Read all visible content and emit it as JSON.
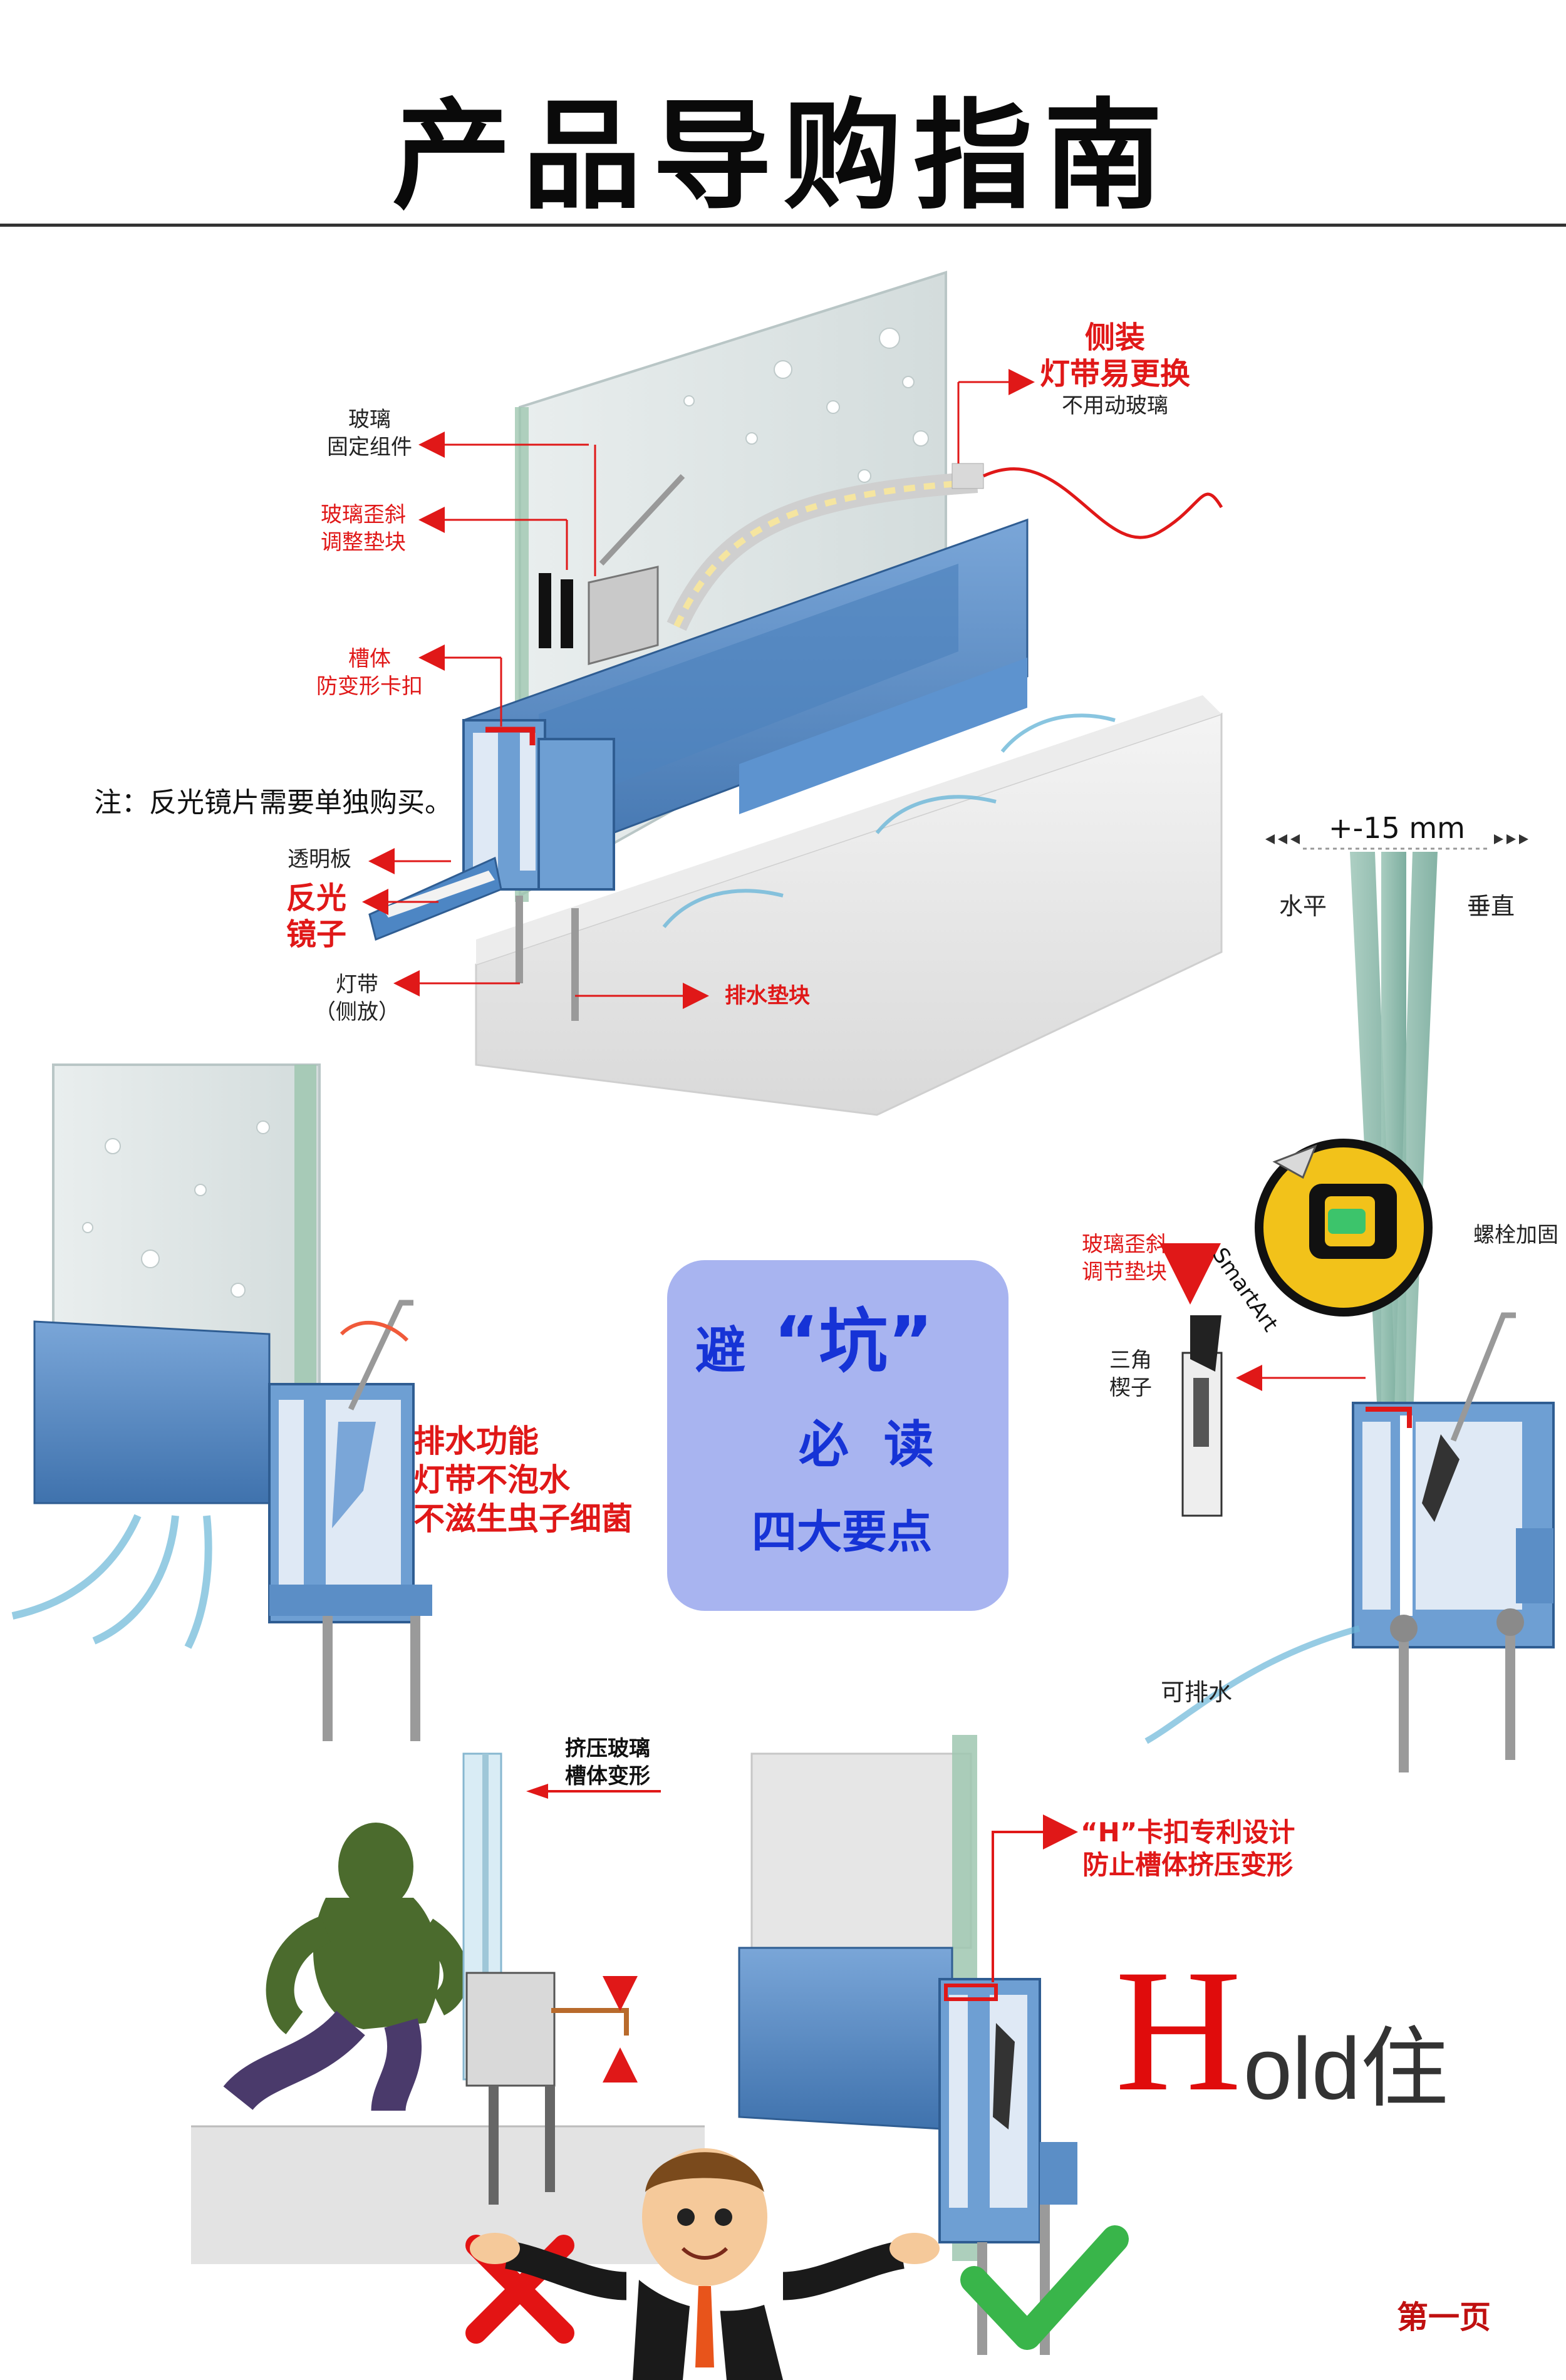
{
  "title": "产品导购指南",
  "note": "注：反光镜片需要单独购买。",
  "top_diagram": {
    "labels": {
      "glass_fix_line1": "玻璃",
      "glass_fix_line2": "固定组件",
      "tilt_pad_line1": "玻璃歪斜",
      "tilt_pad_line2": "调整垫块",
      "clip_line1": "槽体",
      "clip_line2": "防变形卡扣",
      "clear_board": "透明板",
      "mirror_line1": "反光",
      "mirror_line2": "镜子",
      "led_line1": "灯带",
      "led_line2": "（侧放）",
      "drain_pad": "排水垫块",
      "side_line1": "侧装",
      "side_line2": "灯带易更换",
      "side_line3": "不用动玻璃"
    }
  },
  "right_diagram": {
    "tolerance": "+-15 mm",
    "horizontal": "水平",
    "vertical": "垂直",
    "level_brand": "SmartArt",
    "tilt_line1": "玻璃歪斜",
    "tilt_line2": "调节垫块",
    "wedge_line1": "三角",
    "wedge_line2": "楔子",
    "bolt": "螺栓加固",
    "drain": "可排水"
  },
  "left_diagram": {
    "line1": "排水功能",
    "line2": "灯带不泡水",
    "line3": "不滋生虫子细菌"
  },
  "tips_box": {
    "avoid": "避",
    "pit": "“坑”",
    "must_read": "必  读",
    "four_points": "四大要点"
  },
  "bottom_left": {
    "line1": "挤压玻璃",
    "line2": "槽体变形"
  },
  "bottom_right": {
    "line1": "“H”卡扣专利设计",
    "line2": "防止槽体挤压变形"
  },
  "hold": {
    "big_letter": "H",
    "rest": "old住"
  },
  "page_label": "第一页",
  "colors": {
    "profile_blue": "#5b8ec6",
    "accent_red": "#e01818",
    "tips_bg": "#a8b4f0",
    "tips_text": "#1633d6",
    "ok_green": "#39b54a"
  }
}
